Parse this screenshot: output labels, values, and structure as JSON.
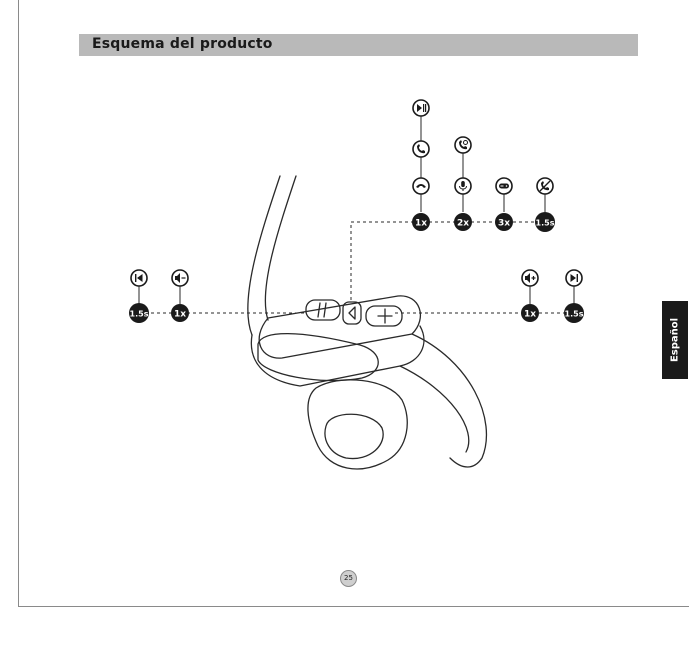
{
  "section": {
    "title": "Esquema del producto"
  },
  "side_tab": {
    "label": "Español"
  },
  "page_number": "25",
  "top_controls": [
    {
      "label": "1x",
      "icons": [
        "play-pause-icon",
        "call-answer-icon",
        "call-end-icon"
      ]
    },
    {
      "label": "2x",
      "icons": [
        "call-reject-icon",
        "microphone-icon"
      ]
    },
    {
      "label": "3x",
      "icons": [
        "gamepad-icon"
      ]
    },
    {
      "label": "1.5s",
      "icons": [
        "phone-off-icon"
      ]
    }
  ],
  "left_controls": [
    {
      "label": "1.5s",
      "icon": "previous-track-icon"
    },
    {
      "label": "1x",
      "icon": "volume-down-icon"
    }
  ],
  "right_controls": [
    {
      "label": "1x",
      "icon": "volume-up-icon"
    },
    {
      "label": "1.5s",
      "icon": "next-track-icon"
    }
  ]
}
